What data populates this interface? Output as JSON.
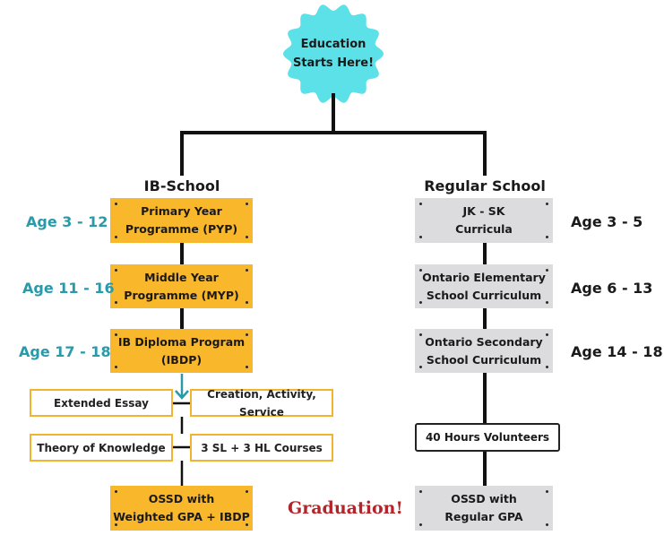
{
  "start": {
    "label": "Education\nStarts Here!"
  },
  "ib": {
    "heading": "IB-School",
    "stages": [
      {
        "label": "Primary Year\nProgramme (PYP)",
        "age": "Age 3 - 12"
      },
      {
        "label": "Middle Year\nProgramme (MYP)",
        "age": "Age 11 - 16"
      },
      {
        "label": "IB Diploma Program\n(IBDP)",
        "age": "Age 17 - 18"
      }
    ],
    "components": [
      "Extended Essay",
      "Creation, Activity, Service",
      "Theory of Knowledge",
      "3 SL + 3 HL Courses"
    ],
    "result": "OSSD with\nWeighted GPA + IBDP"
  },
  "regular": {
    "heading": "Regular School",
    "stages": [
      {
        "label": "JK - SK\nCurricula",
        "age": "Age 3 - 5"
      },
      {
        "label": "Ontario Elementary\nSchool Curriculum",
        "age": "Age 6 - 13"
      },
      {
        "label": "Ontario Secondary\nSchool Curriculum",
        "age": "Age 14 - 18"
      }
    ],
    "volunteer": "40 Hours Volunteers",
    "result": "OSSD with\nRegular GPA"
  },
  "graduation": "Graduation!",
  "colors": {
    "start_badge": "#5de1e8",
    "ib_box": "#f9b72b",
    "regular_box": "#dcdcde",
    "ib_age": "#2a9aa8",
    "graduation": "#b3252a",
    "connector": "#111111",
    "arrow": "#2a9aa8"
  }
}
